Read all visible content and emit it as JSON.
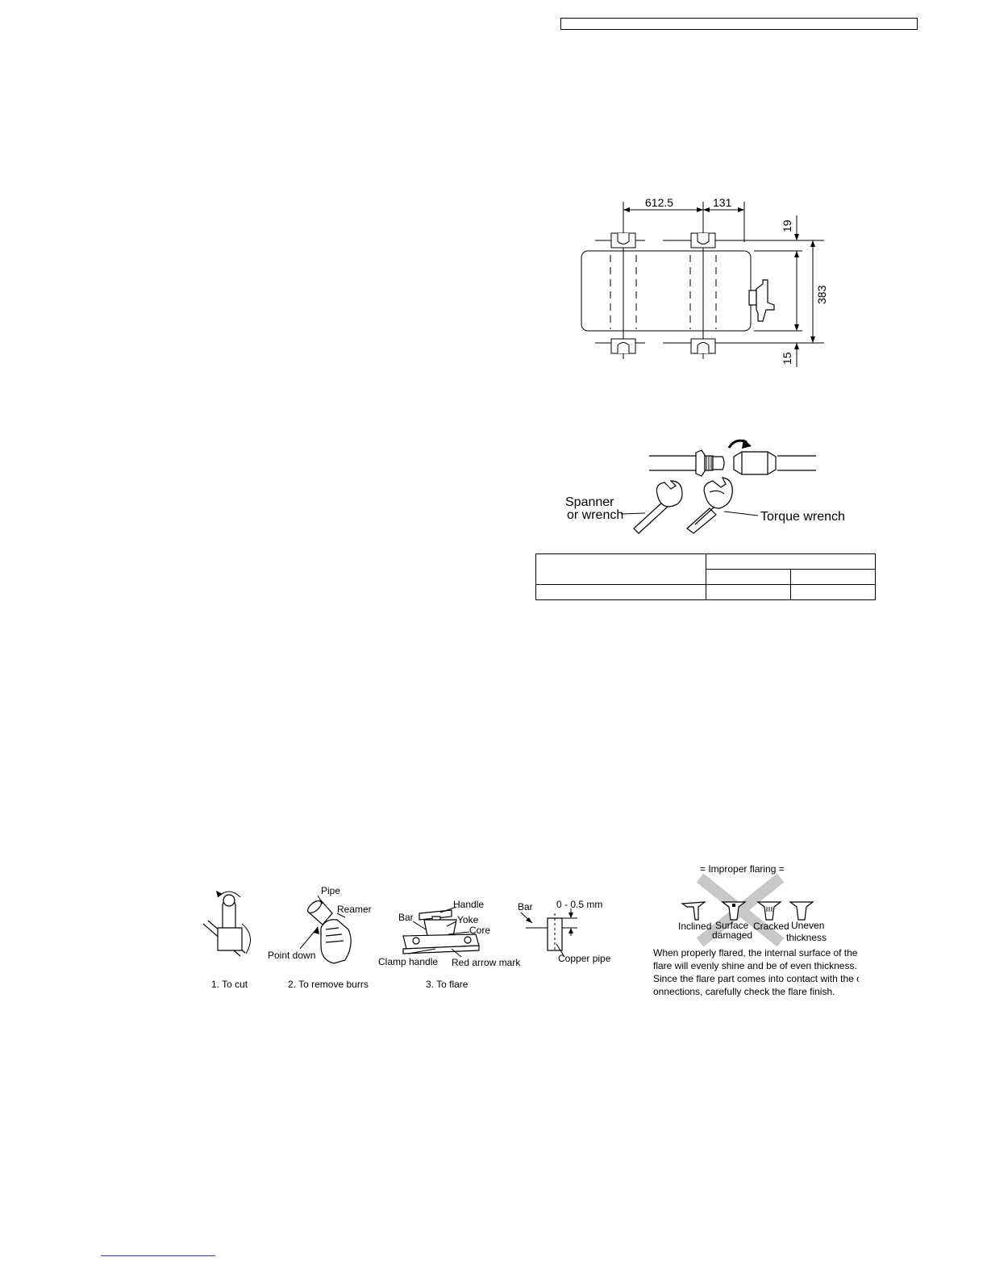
{
  "mounting_plate": {
    "dim_left": "612.5",
    "dim_right": "131",
    "dim_top": "19",
    "dim_height": "383",
    "dim_bottom": "15"
  },
  "tightening": {
    "spanner_line1": "Spanner",
    "spanner_line2": "or wrench",
    "torque_label": "Torque wrench"
  },
  "tools": {
    "pipe": "Pipe",
    "reamer": "Reamer",
    "point_down": "Point down",
    "handle": "Handle",
    "bar": "Bar",
    "yoke": "Yoke",
    "core": "Core",
    "clamp_handle": "Clamp handle",
    "red_arrow_mark": "Red arrow mark",
    "bar2": "Bar",
    "gap": "0 - 0.5 mm",
    "copper_pipe": "Copper pipe",
    "step1": "1. To cut",
    "step2": "2. To remove burrs",
    "step3": "3. To flare"
  },
  "improper": {
    "title": "= Improper flaring =",
    "inclined": "Inclined",
    "surface_damaged_1": "Surface",
    "surface_damaged_2": "damaged",
    "cracked": "Cracked",
    "uneven_1": "Uneven",
    "uneven_2": "thickness",
    "description": "When properly flared, the internal surface of the\nflare will evenly shine and be of even thickness.\nSince the flare part comes into contact with the c\nonnections, carefully check the flare finish."
  }
}
